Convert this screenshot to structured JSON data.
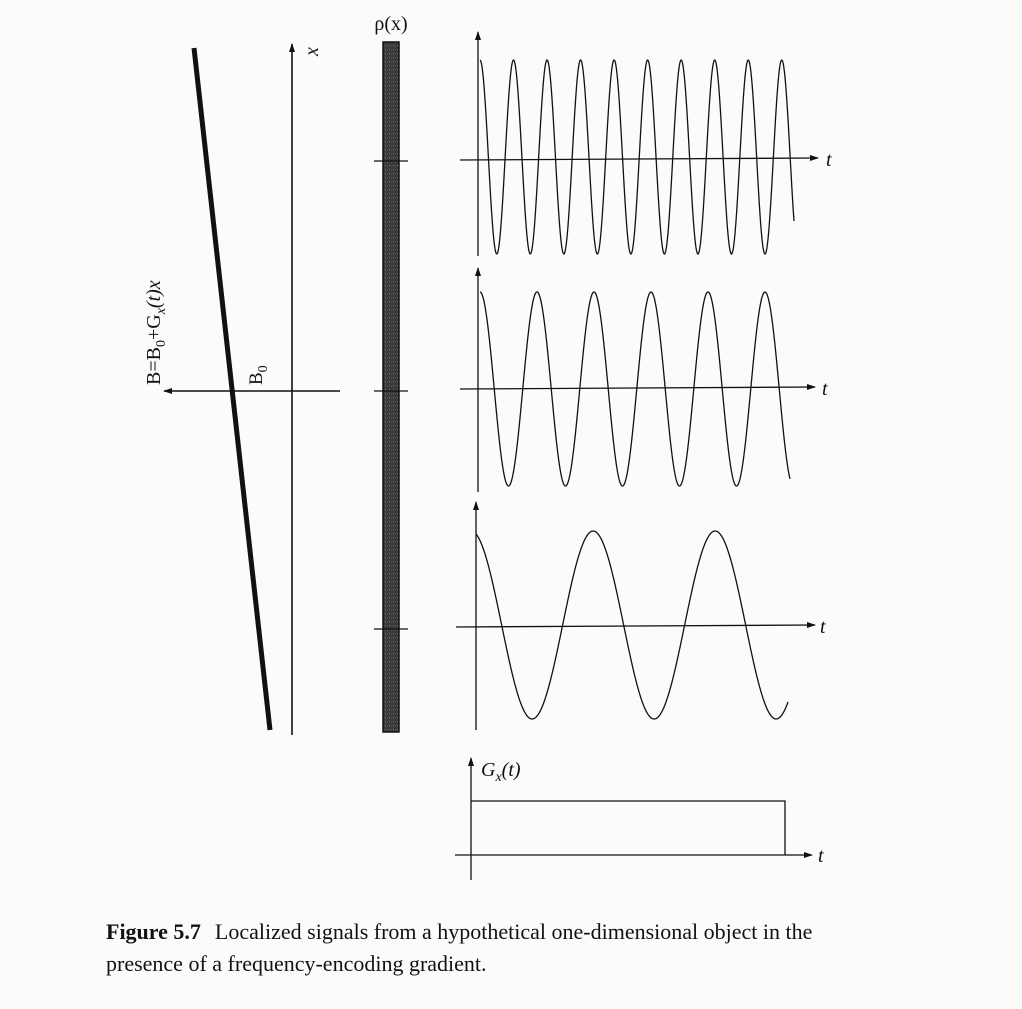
{
  "figure": {
    "field_axis_label_parts": {
      "b": "B=B",
      "sub0": "0",
      "plus": "+G",
      "subx": "x",
      "rest": "(t)x"
    },
    "b0_label": {
      "main": "B",
      "sub": "0"
    },
    "x_axis_label": "x",
    "rho_label": "ρ(x)",
    "time_axis_label": "t",
    "gx_label_parts": {
      "g": "G",
      "sub": "x",
      "rest": "(t)"
    }
  },
  "signals": [
    {
      "name": "top",
      "relative_frequency": 3.4
    },
    {
      "name": "middle",
      "relative_frequency": 2.0
    },
    {
      "name": "bottom",
      "relative_frequency": 1.0
    }
  ],
  "caption": {
    "figure_number": "Figure 5.7",
    "text": "Localized signals from a hypothetical one-dimensional object in the presence of a frequency-encoding gradient."
  }
}
